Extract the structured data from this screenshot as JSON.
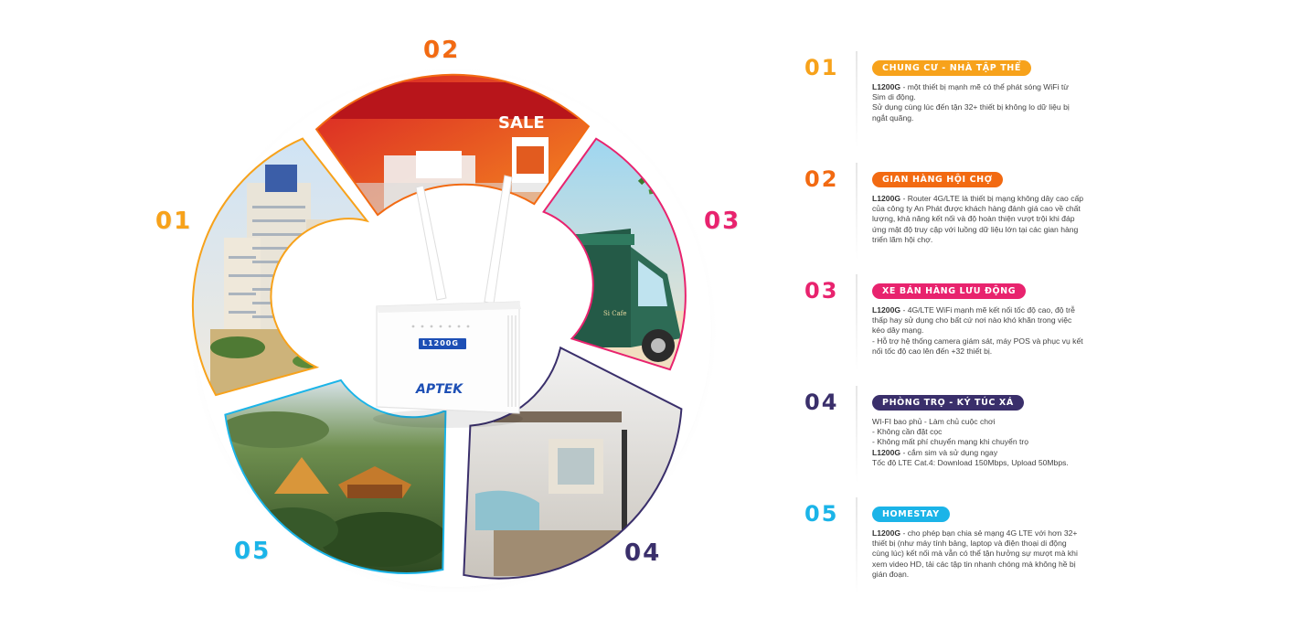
{
  "wheel": {
    "segments": [
      {
        "id": "01",
        "label": "01",
        "color": "#f7a21b"
      },
      {
        "id": "02",
        "label": "02",
        "color": "#f26a12"
      },
      {
        "id": "03",
        "label": "03",
        "color": "#e8236e"
      },
      {
        "id": "04",
        "label": "04",
        "color": "#3a2f6b"
      },
      {
        "id": "05",
        "label": "05",
        "color": "#1bb4e8"
      }
    ],
    "router_model": "L1200G",
    "router_brand": "APTEK",
    "booth_sign": "SALE",
    "truck_brand": "Si Cafe"
  },
  "items": [
    {
      "num": "01",
      "color": "#f7a21b",
      "badge": "CHUNG CƯ - NHÀ TẬP THỂ",
      "lines": [
        {
          "bold": "L1200G",
          "text": " - một thiết bị mạnh mẽ có thể phát sóng WiFi từ Sim di động."
        },
        {
          "bold": "",
          "text": "Sử dụng cùng lúc đến tận 32+ thiết bị không lo dữ liệu bị ngắt quãng."
        }
      ]
    },
    {
      "num": "02",
      "color": "#f26a12",
      "badge": "GIAN HÀNG HỘI CHỢ",
      "lines": [
        {
          "bold": "L1200G",
          "text": " - Router 4G/LTE là thiết bị mạng không dây cao cấp của công ty An Phát được khách hàng đánh giá cao về chất lượng, khả năng kết nối và độ hoàn thiện vượt trội khi đáp ứng mật độ truy cập với luồng dữ liệu lớn tại các gian hàng triển lãm hội chợ."
        }
      ]
    },
    {
      "num": "03",
      "color": "#e8236e",
      "badge": "XE BÁN HÀNG LƯU ĐỘNG",
      "lines": [
        {
          "bold": "L1200G",
          "text": " - 4G/LTE WiFi mạnh mẽ kết nối tốc độ cao, độ trễ thấp hay sử dụng cho bất cứ nơi nào khó khăn trong việc kéo dây mạng."
        },
        {
          "bold": "",
          "text": "- Hỗ trợ hệ thống camera giám sát, máy POS và phục vụ kết nối tốc độ cao lên đến +32 thiết bị."
        }
      ]
    },
    {
      "num": "04",
      "color": "#3a2f6b",
      "badge": "PHÒNG TRỌ - KÝ TÚC XÁ",
      "lines": [
        {
          "bold": "",
          "text": "WI-FI bao phủ - Làm chủ cuộc chơi"
        },
        {
          "bold": "",
          "text": "- Không cần đặt cọc"
        },
        {
          "bold": "",
          "text": "- Không mất phí chuyển mạng khi chuyển trọ"
        },
        {
          "bold": "L1200G",
          "text": " - cắm sim và sử dụng ngay"
        },
        {
          "bold": "",
          "text": "Tốc độ LTE Cat.4: Download 150Mbps, Upload 50Mbps."
        }
      ]
    },
    {
      "num": "05",
      "color": "#1bb4e8",
      "badge": "HOMESTAY",
      "lines": [
        {
          "bold": "L1200G",
          "text": " - cho phép bạn chia sẻ mạng 4G LTE với hơn 32+ thiết bị (như máy tính bảng, laptop và điện thoại di động cùng lúc) kết nối mà vẫn có thể tận hưởng sự mượt mà khi xem video HD, tải các tập tin nhanh chóng mà không hề bị gián đoạn."
        }
      ]
    }
  ]
}
